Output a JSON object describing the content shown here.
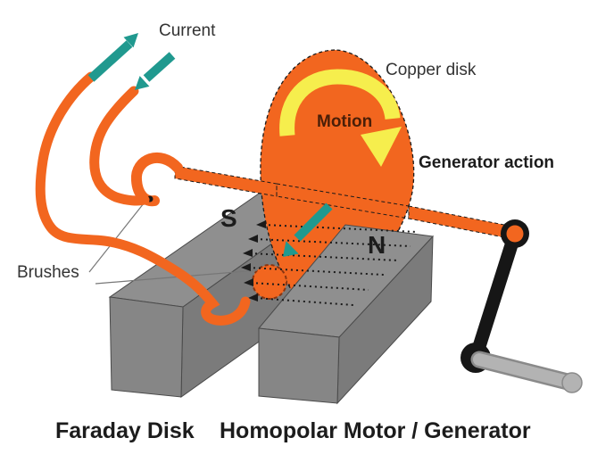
{
  "diagram": {
    "captions": {
      "left": "Faraday Disk",
      "right": "Homopolar Motor / Generator"
    },
    "labels": {
      "current": "Current",
      "copper_disk": "Copper disk",
      "motion": "Motion",
      "generator_action": "Generator action",
      "brushes": "Brushes",
      "south_pole": "S",
      "north_pole": "N"
    },
    "colors": {
      "orange": "#F2661F",
      "teal": "#20998F",
      "yellow": "#F6EE4D",
      "magnet_top": "#8F8F8F",
      "magnet_front": "#868686",
      "magnet_side": "#7B7B7B",
      "magnet_outline": "#4A4A4A",
      "crank_black": "#161616",
      "handle_gray": "#B3B3B3",
      "handle_dark": "#8A8A8A",
      "field_line": "#1A1A1A",
      "brush_ring_outline": "#8A3510",
      "leader": "#777777",
      "text": "#333333",
      "text_bold": "#1C1C1C",
      "motion_text": "#4A1F08",
      "background": "#FFFFFF"
    }
  }
}
